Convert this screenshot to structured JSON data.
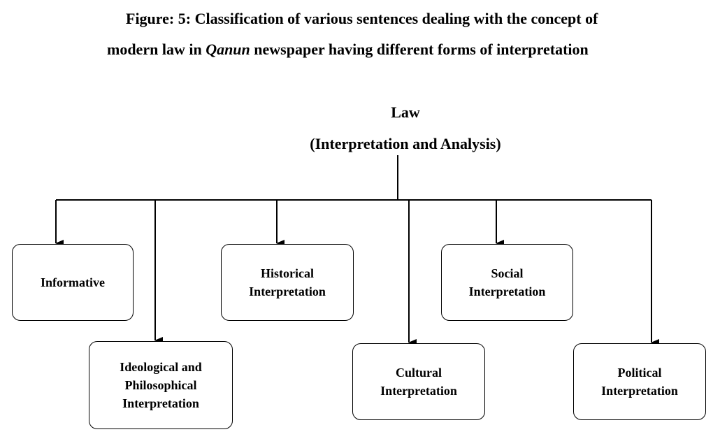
{
  "caption": {
    "line1": "Figure: 5: Classification of various sentences dealing with the concept of",
    "line2_pre": "modern law in ",
    "line2_em": "Qanun",
    "line2_post": " newspaper having different forms of interpretation"
  },
  "root": {
    "line1": "Law",
    "line2": "(Interpretation and Analysis)"
  },
  "nodes": {
    "informative": {
      "line1": "Informative"
    },
    "historical": {
      "line1": "Historical",
      "line2": "Interpretation"
    },
    "social": {
      "line1": "Social",
      "line2": "Interpretation"
    },
    "ideological": {
      "line1": "Ideological and",
      "line2": "Philosophical",
      "line3": "Interpretation"
    },
    "cultural": {
      "line1": "Cultural",
      "line2": "Interpretation"
    },
    "political": {
      "line1": "Political",
      "line2": "Interpretation"
    }
  }
}
